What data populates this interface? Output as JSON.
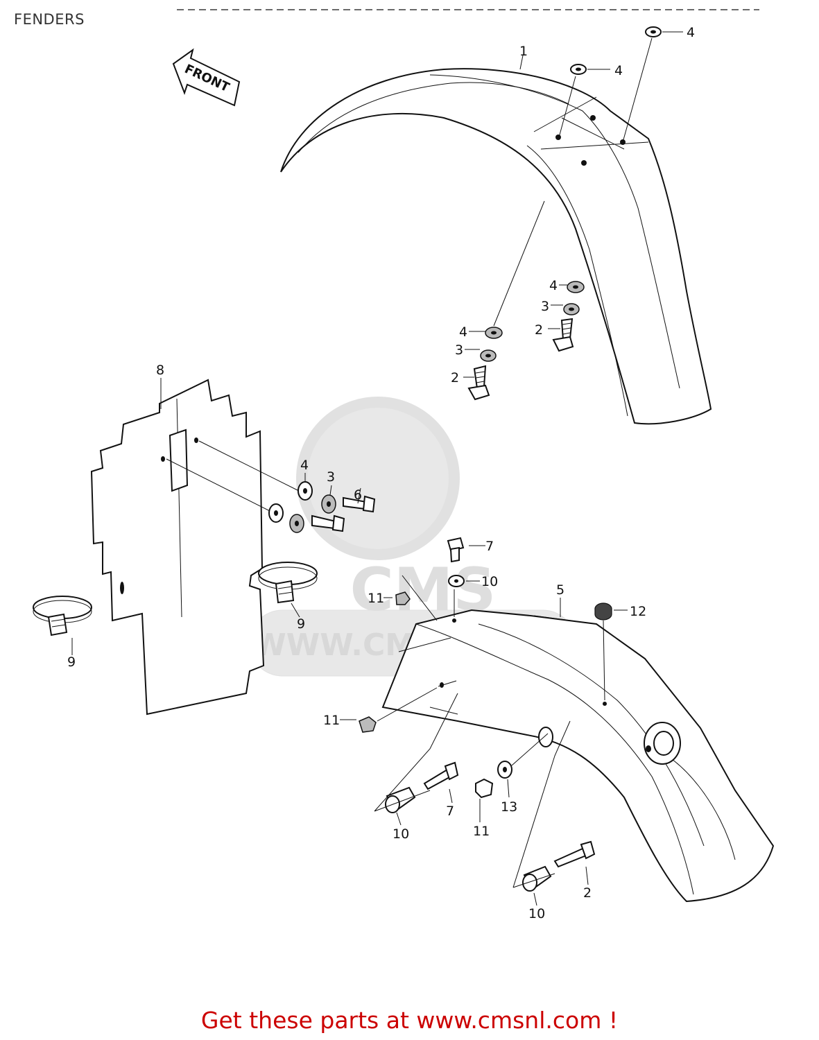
{
  "header": {
    "title": "FENDERS"
  },
  "arrow": {
    "label": "FRONT"
  },
  "watermark": {
    "text": "WWW.CMSNL.COM",
    "logo": "CMS"
  },
  "callouts": [
    {
      "id": "c1",
      "text": "1"
    },
    {
      "id": "c4a",
      "text": "4"
    },
    {
      "id": "c4b",
      "text": "4"
    },
    {
      "id": "c4c",
      "text": "4"
    },
    {
      "id": "c3a",
      "text": "3"
    },
    {
      "id": "c2a",
      "text": "2"
    },
    {
      "id": "c4d",
      "text": "4"
    },
    {
      "id": "c3b",
      "text": "3"
    },
    {
      "id": "c2b",
      "text": "2"
    },
    {
      "id": "c8",
      "text": "8"
    },
    {
      "id": "c4e",
      "text": "4"
    },
    {
      "id": "c3c",
      "text": "3"
    },
    {
      "id": "c6",
      "text": "6"
    },
    {
      "id": "c7a",
      "text": "7"
    },
    {
      "id": "c10a",
      "text": "10"
    },
    {
      "id": "c11a",
      "text": "11"
    },
    {
      "id": "c5",
      "text": "5"
    },
    {
      "id": "c12",
      "text": "12"
    },
    {
      "id": "c9a",
      "text": "9"
    },
    {
      "id": "c9b",
      "text": "9"
    },
    {
      "id": "c11b",
      "text": "11"
    },
    {
      "id": "c7b",
      "text": "7"
    },
    {
      "id": "c13",
      "text": "13"
    },
    {
      "id": "c11c",
      "text": "11"
    },
    {
      "id": "c10b",
      "text": "10"
    },
    {
      "id": "c2c",
      "text": "2"
    },
    {
      "id": "c10c",
      "text": "10"
    }
  ],
  "footer": {
    "text": "Get these parts at www.cmsnl.com !"
  }
}
